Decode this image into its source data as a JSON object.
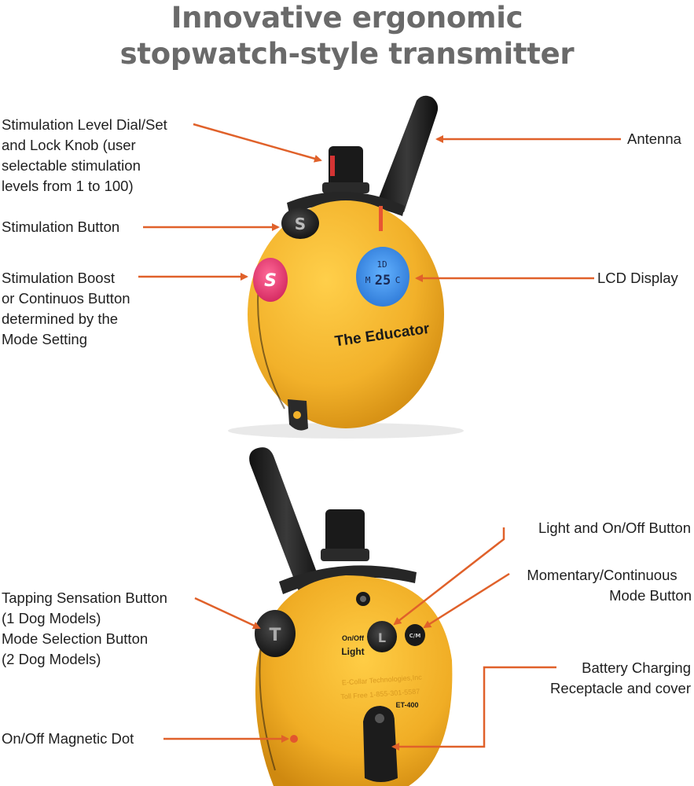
{
  "title": {
    "line1": "Innovative ergonomic",
    "line2": "stopwatch-style transmitter"
  },
  "callouts": {
    "stim_dial": [
      "Stimulation Level Dial/Set",
      "and Lock Knob (user",
      "selectable stimulation",
      "levels from 1 to 100)"
    ],
    "antenna": [
      "Antenna"
    ],
    "stim_button": [
      "Stimulation Button"
    ],
    "boost_button": [
      "Stimulation Boost",
      "or Continuos Button",
      "determined by the",
      "Mode Setting"
    ],
    "lcd": [
      "LCD Display"
    ],
    "light_button": [
      "Light and On/Off Button"
    ],
    "mode_button": [
      "Momentary/Continuous",
      "Mode Button"
    ],
    "tapping_button": [
      "Tapping Sensation Button",
      "(1 Dog Models)",
      "Mode Selection Button",
      "(2 Dog Models)"
    ],
    "charging": [
      "Battery Charging",
      "Receptacle and cover"
    ],
    "magnetic_dot": [
      "On/Off Magnetic Dot"
    ]
  },
  "device_front": {
    "brand": "The Educator",
    "s_top": "S",
    "s_boost": "S",
    "lcd_top": "1D",
    "lcd_left": "M",
    "lcd_value": "25",
    "lcd_right": "C"
  },
  "device_back": {
    "on_off": "On/Off",
    "light": "Light",
    "l_button": "L",
    "cm_button": "C/M",
    "t_button": "T",
    "company": "E-Collar Technologies,Inc",
    "phone": "Toll Free 1-855-301-5587",
    "model": "ET-400"
  },
  "colors": {
    "body_yellow": "#f2b12a",
    "accent_arrow": "#e0612a",
    "title_gray": "#6a6a6a",
    "lcd_blue": "#3a8ee8",
    "boost_pink": "#e8437a"
  }
}
